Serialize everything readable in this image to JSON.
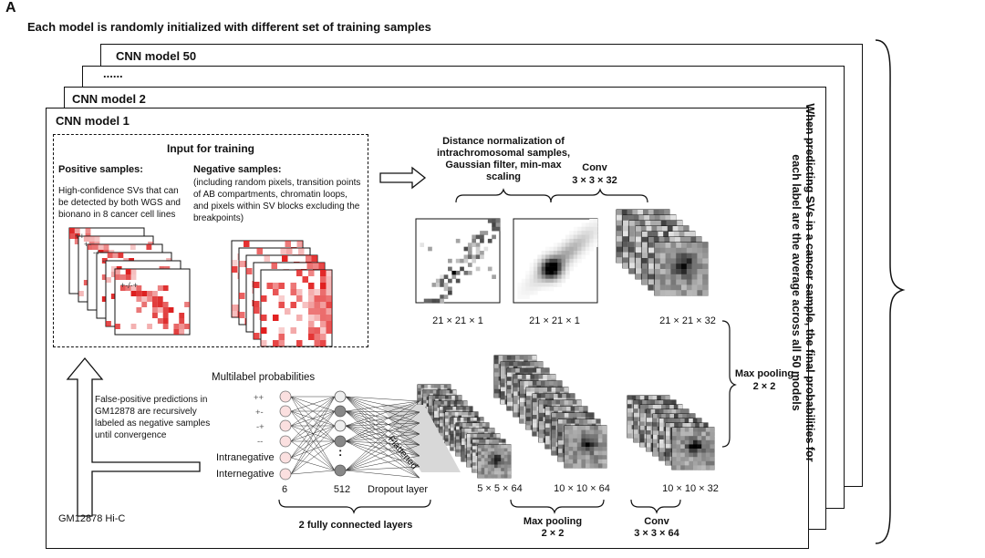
{
  "panel_label": "A",
  "header": "Each model is randomly initialized with different set of training samples",
  "models": {
    "m50": "CNN model 50",
    "dots": "......",
    "m2": "CNN model 2",
    "m1": "CNN model 1"
  },
  "right_note": "When predicting SVs in a cancer sample, the final probabilities for each label are the average across all 50 models",
  "input": {
    "title": "Input for training",
    "pos_title": "Positive samples:",
    "pos_desc": "High-confidence SVs that can be detected by both WGS and bionano in 8 cancer cell lines",
    "neg_title": "Negative samples:",
    "neg_desc": "(including random pixels, transition points of AB compartments, chromatin loops, and pixels within SV blocks excluding the breakpoints)",
    "stack_labels": [
      "++",
      "+-",
      "-+",
      "--",
      "+-/-+"
    ]
  },
  "pipeline": {
    "preprocess": "Distance normalization of intrachromosomal samples, Gaussian filter, min-max scaling",
    "conv1": "Conv",
    "conv1_size": "3 × 3 × 32",
    "dim1": "21 × 21 × 1",
    "dim2": "21 × 21 × 1",
    "dim3": "21 × 21 × 32",
    "maxpool1": "Max pooling",
    "maxpool1_size": "2 × 2",
    "dim4": "10 × 10 × 32",
    "conv2": "Conv",
    "conv2_size": "3 × 3 × 64",
    "dim5": "10 × 10 × 64",
    "maxpool2": "Max pooling",
    "maxpool2_size": "2 × 2",
    "dim6": "5 × 5 × 64",
    "flattened": "Flattened"
  },
  "dense": {
    "title": "Multilabel probabilities",
    "labels": [
      "++",
      "+-",
      "-+",
      "--",
      "Intranegative",
      "Internegative"
    ],
    "n_out": "6",
    "n_hidden": "512",
    "dropout": "Dropout layer",
    "fc": "2 fully connected layers",
    "dots": ":"
  },
  "feedback": {
    "text": "False-positive predictions in GM12878 are recursively labeled as negative samples until convergence",
    "source": "GM12878 Hi-C"
  }
}
